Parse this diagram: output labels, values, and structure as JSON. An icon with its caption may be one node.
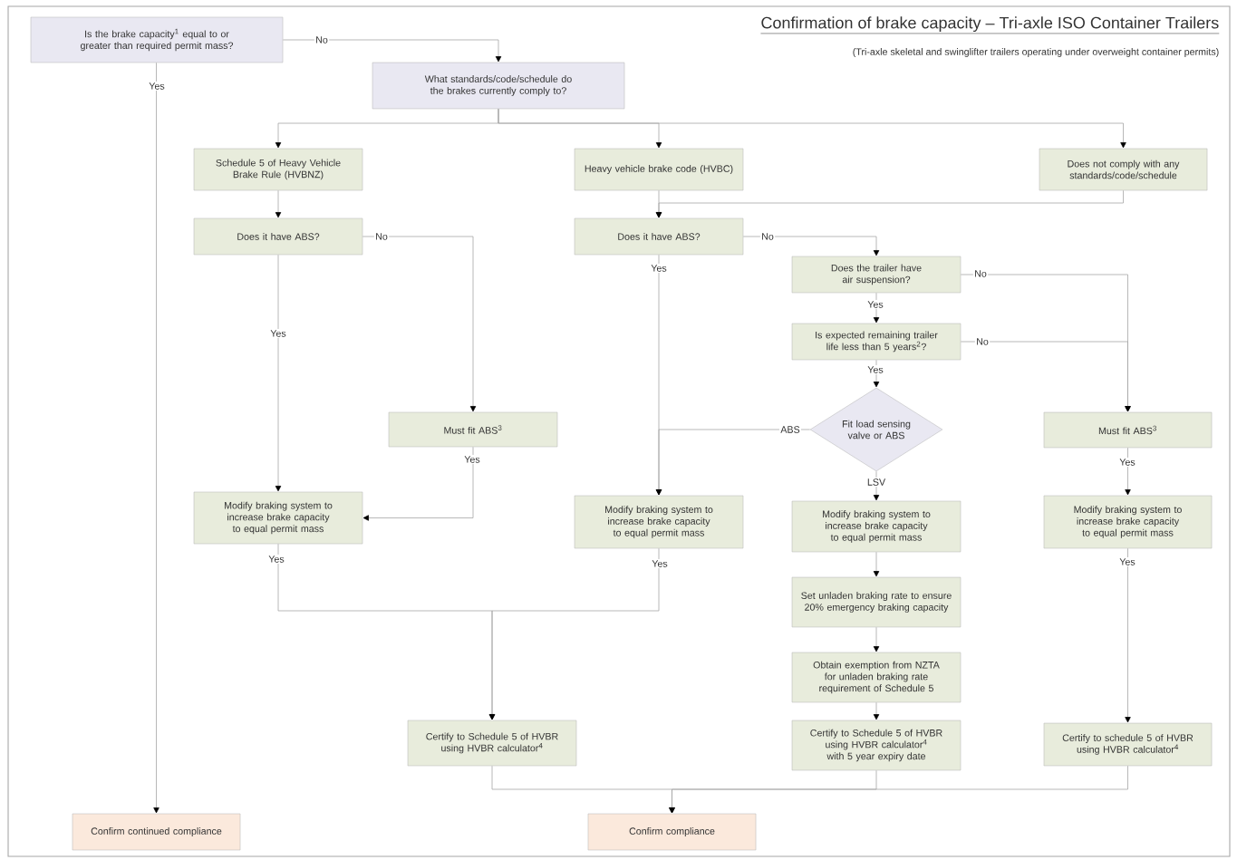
{
  "diagram": {
    "title": "Confirmation of brake capacity – Tri-axle ISO Container Trailers",
    "nodes": [
      {
        "text": [
          "Is the brake capacity$^{1}$ equal to or greater than required permit mass?"
        ]
      },
      {
        "text": [
          "What standards/code/schedule do the brakes currently comply to?"
        ]
      },
      {
        "text": [
          "Schedule 5 of Heavy Vehicle Brake Rule (HVBNZ)"
        ]
      },
      {
        "text": [
          "Heavy vehicle brake code (HVBC)"
        ]
      },
      {
        "text": [
          "Does not comply with any standards/code/schedule"
        ]
      },
      {
        "text": [
          "Does it have ABS?"
        ]
      },
      {
        "text": [
          "Does it have ABS?"
        ]
      },
      {
        "text": [
          "Does the trailer have air suspension?"
        ]
      },
      {
        "text": [
          "Is expected remaining trailer life less than 5 years$^{2}$?"
        ]
      },
      {
        "text": [
          "Must fit ABS$^{3}$"
        ]
      },
      {
        "text": [
          "Fit load sensing valve or ABS"
        ]
      },
      {
        "text": [
          "Must fit ABS$^{3}$"
        ]
      },
      {
        "text": [
          "Modify braking system to increase brake capacity to equal permit mass"
        ]
      },
      {
        "text": [
          "Modify braking system to increase brake capacity to equal permit mass"
        ]
      },
      {
        "text": [
          "Modify braking system to increase brake capacity to equal permit mass"
        ]
      },
      {
        "text": [
          "Modify braking system to increase brake capacity to equal permit mass"
        ]
      },
      {
        "text": [
          "Set unladen braking rate to ensure 20% emergency braking capacity"
        ]
      },
      {
        "text": [
          "Obtain exemption from NZTA for unladen braking rate requirement of Schedule 5"
        ]
      },
      {
        "text": [
          "Certify to Schedule 5 of HVBR using HVBR calculator$^{4}$"
        ]
      },
      {
        "text": [
          "Certify to Schedule 5 of HVBR using HVBR calculator$^{4}$ with 5 year expiry date"
        ]
      },
      {
        "text": [
          "Certify to schedule 5 of HVBR using HVBR calculator$^{4}$"
        ]
      },
      {
        "text": [
          "Confirm continued compliance"
        ]
      },
      {
        "text": [
          "Confirm compliance"
        ]
      }
    ],
    "edges": [
      {
        "from": 0,
        "to": 1,
        "arrow": "to",
        "label": "No"
      },
      {
        "from": 0,
        "to": 21,
        "arrow": "to",
        "label": "Yes"
      },
      {
        "from": 1,
        "to": 2,
        "arrow": "to"
      },
      {
        "from": 1,
        "to": 3,
        "arrow": "to"
      },
      {
        "from": 1,
        "to": 4,
        "arrow": "to"
      },
      {
        "from": 2,
        "to": 5,
        "arrow": "to"
      },
      {
        "from": 3,
        "to": 6,
        "arrow": "to"
      },
      {
        "from": 4,
        "to": 6,
        "arrow": "to"
      },
      {
        "from": 5,
        "to": 12,
        "arrow": "to",
        "label": "Yes"
      },
      {
        "from": 5,
        "to": 9,
        "arrow": "to",
        "label": "No"
      },
      {
        "from": 9,
        "to": 12,
        "arrow": "to",
        "label": "Yes"
      },
      {
        "from": 6,
        "to": 13,
        "arrow": "to",
        "label": "Yes"
      },
      {
        "from": 6,
        "to": 7,
        "arrow": "to",
        "label": "No"
      },
      {
        "from": 7,
        "to": 8,
        "arrow": "to",
        "label": "Yes"
      },
      {
        "from": 7,
        "to": 11,
        "arrow": "to",
        "label": "No"
      },
      {
        "from": 8,
        "to": 11,
        "arrow": "to",
        "label": "No"
      },
      {
        "from": 8,
        "to": 10,
        "arrow": "to",
        "label": "Yes"
      },
      {
        "from": 10,
        "to": 13,
        "arrow": "to",
        "label": "ABS"
      },
      {
        "from": 10,
        "to": 14,
        "arrow": "to",
        "label": "LSV"
      },
      {
        "from": 11,
        "to": 15,
        "arrow": "to",
        "label": "Yes"
      },
      {
        "from": 14,
        "to": 16,
        "arrow": "to"
      },
      {
        "from": 16,
        "to": 17,
        "arrow": "to"
      },
      {
        "from": 17,
        "to": 19,
        "arrow": "to"
      },
      {
        "from": 15,
        "to": 20,
        "arrow": "to",
        "label": "Yes"
      },
      {
        "from": 12,
        "to": 18,
        "arrow": "to",
        "label": "Yes"
      },
      {
        "from": 13,
        "to": 18,
        "arrow": "to",
        "label": "Yes"
      },
      {
        "from": 18,
        "to": 22,
        "arrow": "to"
      },
      {
        "from": 19,
        "to": 22,
        "arrow": "to"
      },
      {
        "from": 20,
        "to": 22,
        "arrow": "to"
      }
    ],
    "labels": [
      "(Tri-axle skeletal and swinglifter trailers operating under overweight container permits)"
    ]
  }
}
